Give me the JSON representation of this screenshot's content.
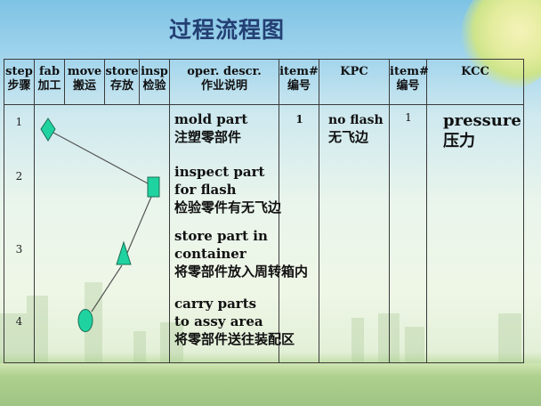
{
  "title": "过程流程图",
  "colors": {
    "title": "#233f73",
    "symbol_fill": "#1fd3a0",
    "symbol_stroke": "#1a6e55",
    "connector": "#555555",
    "grid": "#3a3a3a"
  },
  "table": {
    "headers": [
      {
        "key": "step",
        "en": "step",
        "cn": "步骤"
      },
      {
        "key": "fab",
        "en": "fab",
        "cn": "加工"
      },
      {
        "key": "move",
        "en": "move",
        "cn": "搬运"
      },
      {
        "key": "store",
        "en": "store",
        "cn": "存放"
      },
      {
        "key": "insp",
        "en": "insp",
        "cn": "检验"
      },
      {
        "key": "oper_descr",
        "en": "oper. descr.",
        "cn": "作业说明"
      },
      {
        "key": "item1",
        "en": "item#",
        "cn": "编号"
      },
      {
        "key": "kpc",
        "en": "KPC",
        "cn": ""
      },
      {
        "key": "item2",
        "en": "item#",
        "cn": "编号"
      },
      {
        "key": "kcc",
        "en": "KCC",
        "cn": ""
      }
    ],
    "rows": [
      {
        "step": "1",
        "symbol": "diamond",
        "symbol_column": "fab",
        "desc_en": [
          "mold part"
        ],
        "desc_cn": "注塑零部件",
        "item1": "1",
        "kpc_en": "no flash",
        "kpc_cn": "无飞边",
        "item2": "1",
        "kcc_en": "pressure",
        "kcc_cn": "压力"
      },
      {
        "step": "2",
        "symbol": "rectangle",
        "symbol_column": "insp",
        "desc_en": [
          "inspect part",
          "for flash"
        ],
        "desc_cn": "检验零件有无飞边"
      },
      {
        "step": "3",
        "symbol": "triangle",
        "symbol_column": "store",
        "desc_en": [
          "store part in",
          "container"
        ],
        "desc_cn": "将零部件放入周转箱内"
      },
      {
        "step": "4",
        "symbol": "circle",
        "symbol_column": "move",
        "desc_en": [
          "carry parts",
          "to assy area"
        ],
        "desc_cn": "将零部件送往装配区"
      }
    ]
  }
}
